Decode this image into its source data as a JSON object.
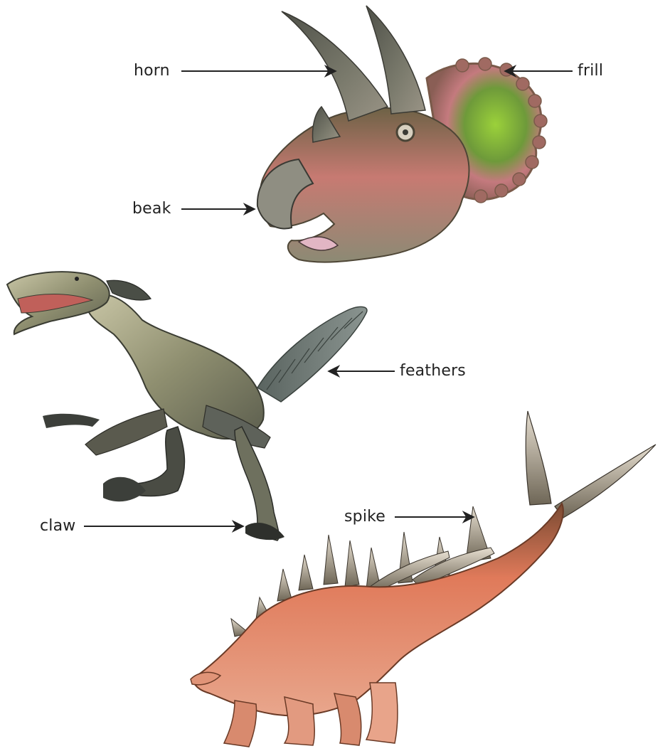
{
  "labels": {
    "horn": "horn",
    "frill": "frill",
    "beak": "beak",
    "feathers": "feathers",
    "claw": "claw",
    "spike": "spike"
  },
  "colors": {
    "text": "#222222",
    "arrow": "#222222",
    "horn": "#6d6d62",
    "triceratops_skin": "#8a7a5e",
    "frill_pink": "#d98a92",
    "frill_green": "#7fbf3a",
    "raptor_body": "#9a9a7c",
    "raptor_dark": "#3c3f3a",
    "stego_body": "#d9775a",
    "stego_dark": "#5a4a3a",
    "spike": "#c9c0b0"
  }
}
